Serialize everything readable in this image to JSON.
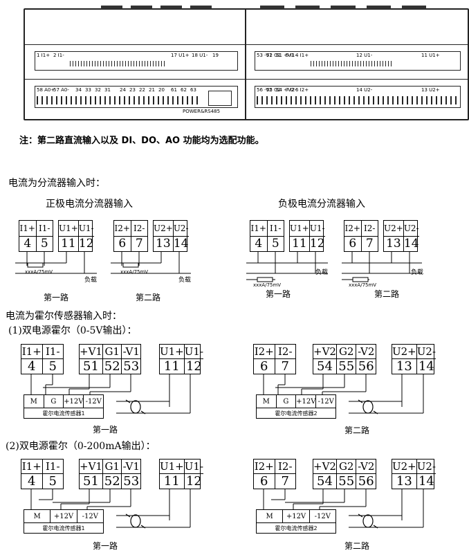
{
  "devices": {
    "left": {
      "top_row": [
        "1 I1+",
        "2 I1-",
        "17 U1+",
        "18 U1-",
        "19"
      ],
      "bottom_row": [
        "58 A0+",
        "57 A0-",
        "34",
        "33",
        "32",
        "31",
        "24",
        "23",
        "22",
        "21",
        "20",
        "61",
        "62",
        "63"
      ],
      "port_label": "POWER&RS485"
    },
    "right": {
      "top_row": [
        "53 -V1",
        "52 G1",
        "51 +V1",
        "5 I1-",
        "4 I1+",
        "12 U1-",
        "11 U1+"
      ],
      "bottom_row": [
        "56 -V2",
        "55 G2",
        "54 +V2",
        "7 I2-",
        "6 I2+",
        "14 U2-",
        "13 U2+"
      ]
    }
  },
  "note": "注：第二路直流输入以及 DI、DO、AO 功能均为选配功能。",
  "section1": {
    "title": "电流为分流器输入时：",
    "pos_title": "正极电流分流器输入",
    "neg_title": "负极电流分流器输入",
    "blocks": [
      {
        "tops": [
          "I1+",
          "I1-",
          "U1+",
          "U1-"
        ],
        "bots": [
          "4",
          "5",
          "11",
          "12"
        ]
      },
      {
        "tops": [
          "I2+",
          "I2-",
          "U2+",
          "U2-"
        ],
        "bots": [
          "6",
          "7",
          "13",
          "14"
        ]
      },
      {
        "tops": [
          "I1+",
          "I1-",
          "U1+",
          "U1-"
        ],
        "bots": [
          "4",
          "5",
          "11",
          "12"
        ]
      },
      {
        "tops": [
          "I2+",
          "I2-",
          "U2+",
          "U2-"
        ],
        "bots": [
          "6",
          "7",
          "13",
          "14"
        ]
      }
    ],
    "shunt_label": "xxxA/75mV",
    "load_label": "负载",
    "ch1": "第一路",
    "ch2": "第二路"
  },
  "section2": {
    "title": "电流为霍尔传感器输入时：",
    "sub1": "(1)双电源霍尔（0-5V输出）：",
    "sub2": "(2)双电源霍尔（0-200mA输出）：",
    "blocks": [
      {
        "tops": [
          "I1+",
          "I1-",
          "+V1",
          "G1",
          "-V1",
          "U1+",
          "U1-"
        ],
        "bots": [
          "4",
          "5",
          "51",
          "52",
          "53",
          "11",
          "12"
        ]
      },
      {
        "tops": [
          "I2+",
          "I2-",
          "+V2",
          "G2",
          "-V2",
          "U2+",
          "U2-"
        ],
        "bots": [
          "6",
          "7",
          "54",
          "55",
          "56",
          "13",
          "14"
        ]
      }
    ],
    "hall1": {
      "cells": [
        "M",
        "G",
        "+12V",
        "-12V"
      ],
      "name": "霍尔电流传感器1"
    },
    "hall2": {
      "cells": [
        "M",
        "G",
        "+12V",
        "-12V"
      ],
      "name": "霍尔电流传感器2"
    },
    "hall3": {
      "cells": [
        "M",
        "+12V",
        "-12V"
      ],
      "name": "霍尔电流传感器1"
    },
    "hall4": {
      "cells": [
        "M",
        "+12V",
        "-12V"
      ],
      "name": "霍尔电流传感器2"
    },
    "ch1": "第一路",
    "ch2": "第二路"
  }
}
